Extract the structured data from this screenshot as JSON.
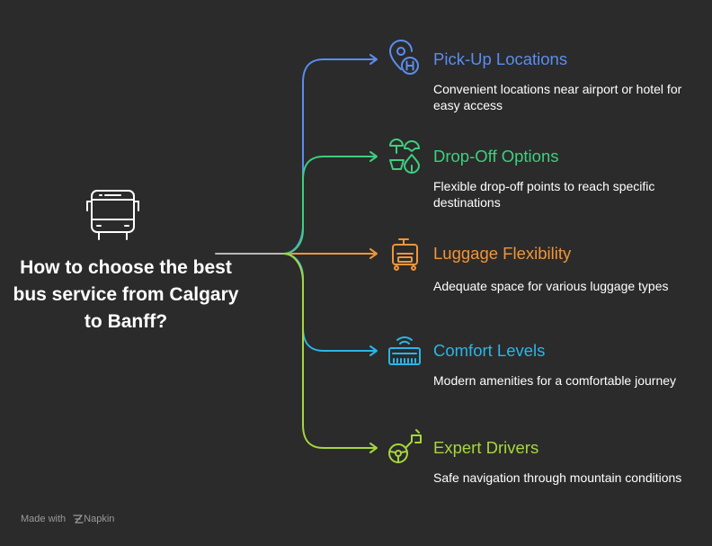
{
  "title": "How to choose the best bus service from Calgary to Banff?",
  "items": [
    {
      "title": "Pick-Up Locations",
      "desc": "Convenient locations near airport or hotel for easy access",
      "color": "#5b8def",
      "icon": "map-pin-hotel-icon"
    },
    {
      "title": "Drop-Off Options",
      "desc": "Flexible drop-off points to reach specific destinations",
      "color": "#3ecf7e",
      "icon": "destinations-icon"
    },
    {
      "title": "Luggage Flexibility",
      "desc": "Adequate space for various luggage types",
      "color": "#f0953a",
      "icon": "luggage-icon"
    },
    {
      "title": "Comfort Levels",
      "desc": "Modern amenities for a comfortable journey",
      "color": "#29b6e8",
      "icon": "air-conditioner-icon"
    },
    {
      "title": "Expert Drivers",
      "desc": "Safe navigation through mountain conditions",
      "color": "#a6d63e",
      "icon": "steering-wheel-icon"
    }
  ],
  "footer": {
    "made_with": "Made with",
    "brand": "Napkin"
  }
}
